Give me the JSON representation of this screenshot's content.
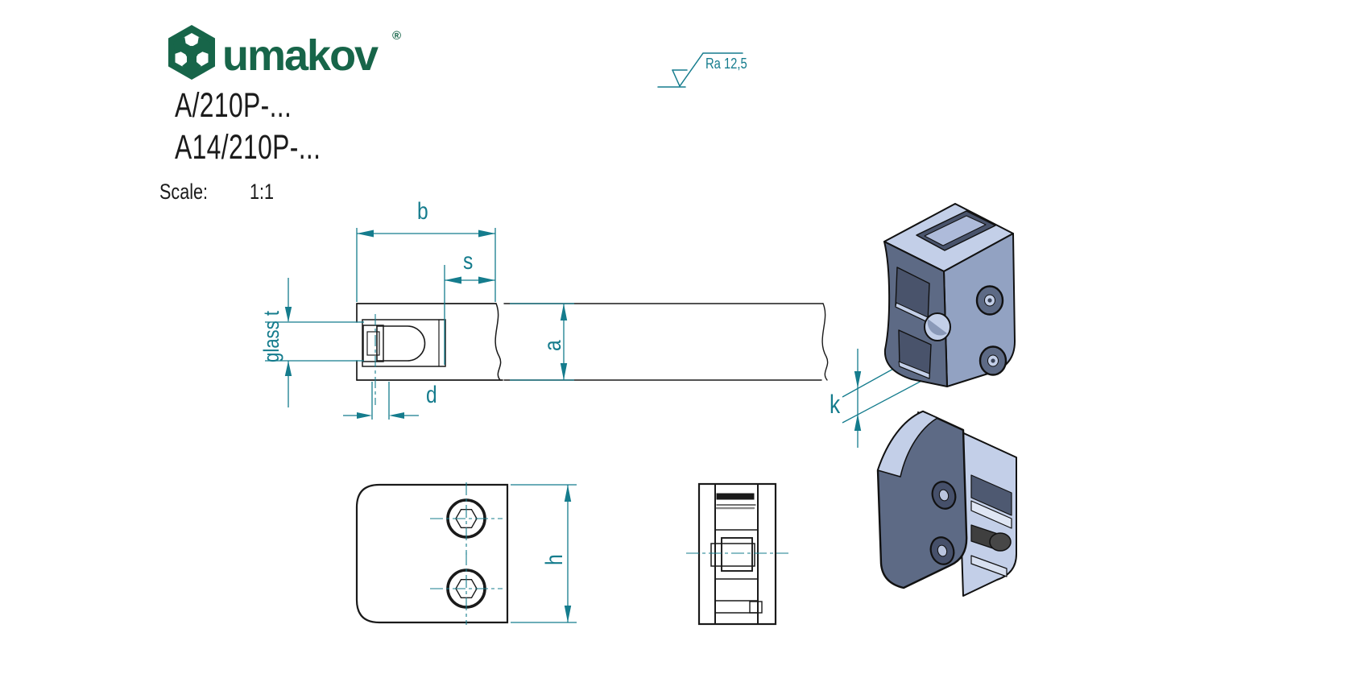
{
  "header": {
    "brand": "umakov",
    "registered": "®",
    "product_code_1": "A/210P-...",
    "product_code_2": "A14/210P-...",
    "scale_label": "Scale:",
    "scale_value": "1:1"
  },
  "annotations": {
    "surface_roughness": "Ra 12,5",
    "dim_b": "b",
    "dim_s": "s",
    "dim_d": "d",
    "dim_a": "a",
    "dim_h": "h",
    "dim_k": "k",
    "dim_glass": "glass t"
  },
  "icons": {
    "logo": "umakov-hexagon-trefoil"
  },
  "colors": {
    "dimension_teal": "#157c8d",
    "logo_green": "#176549",
    "drawing_black": "#1a1a1a",
    "render_light": "#c3cfe8",
    "render_mid": "#92a2c2",
    "render_dark": "#5d6a85",
    "render_darkest": "#49536b",
    "pin_gray": "#474747"
  }
}
